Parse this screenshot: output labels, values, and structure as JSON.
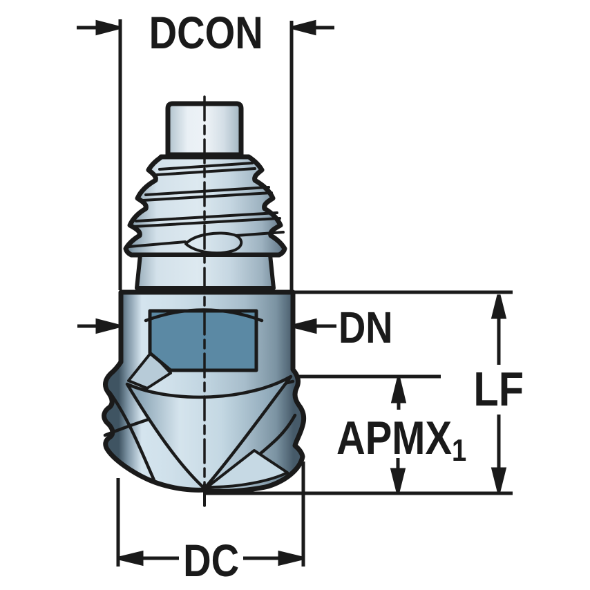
{
  "diagram": {
    "type": "technical-dimension-drawing",
    "subject": "exchangeable-head-milling-cutter",
    "labels": {
      "dcon": "DCON",
      "dn": "DN",
      "lf": "LF",
      "apmx": "APMX",
      "apmx_sub": "1",
      "dc": "DC"
    },
    "colors": {
      "background": "#ffffff",
      "outline": "#1a1a1a",
      "steel_light": "#edf2f6",
      "steel_mid": "#c0d4e0",
      "steel_dark": "#5a6f80",
      "recess_blue": "#5b89a4"
    }
  }
}
